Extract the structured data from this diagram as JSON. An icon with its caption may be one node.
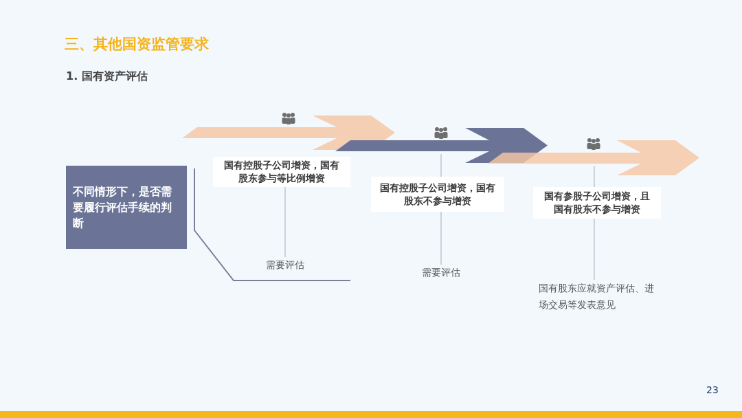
{
  "diagram": {
    "title": "三、其他国资监管要求",
    "nodes": [
      {
        "text": [
          "不同情形下，是否需要履行评估手续的判断"
        ]
      },
      {
        "text": [],
        "shape": "arrow"
      },
      {
        "text": [],
        "shape": "arrow"
      },
      {
        "text": [],
        "shape": "arrow"
      },
      {
        "text": [
          "国有控股子公司增资，国有股东参与等比例增资"
        ]
      },
      {
        "text": [
          "国有控股子公司增资，国有股东不参与增资"
        ]
      },
      {
        "text": [
          "国有参股子公司增资，且国有股东不参与增资"
        ]
      },
      {
        "text": [
          "需要评估"
        ]
      },
      {
        "text": [
          "需要评估"
        ]
      },
      {
        "text": [
          "国有股东应就资产评估、进场交易等发表意见"
        ]
      }
    ],
    "edges": [
      {
        "from": 2,
        "to": 5,
        "arrow": "none"
      },
      {
        "from": 3,
        "to": 6,
        "arrow": "none"
      },
      {
        "from": 4,
        "to": 7,
        "arrow": "none"
      },
      {
        "from": 5,
        "to": 8,
        "arrow": "none"
      },
      {
        "from": 6,
        "to": 9,
        "arrow": "none"
      }
    ],
    "labels": [
      "1. 国有资产评估",
      "23"
    ]
  }
}
